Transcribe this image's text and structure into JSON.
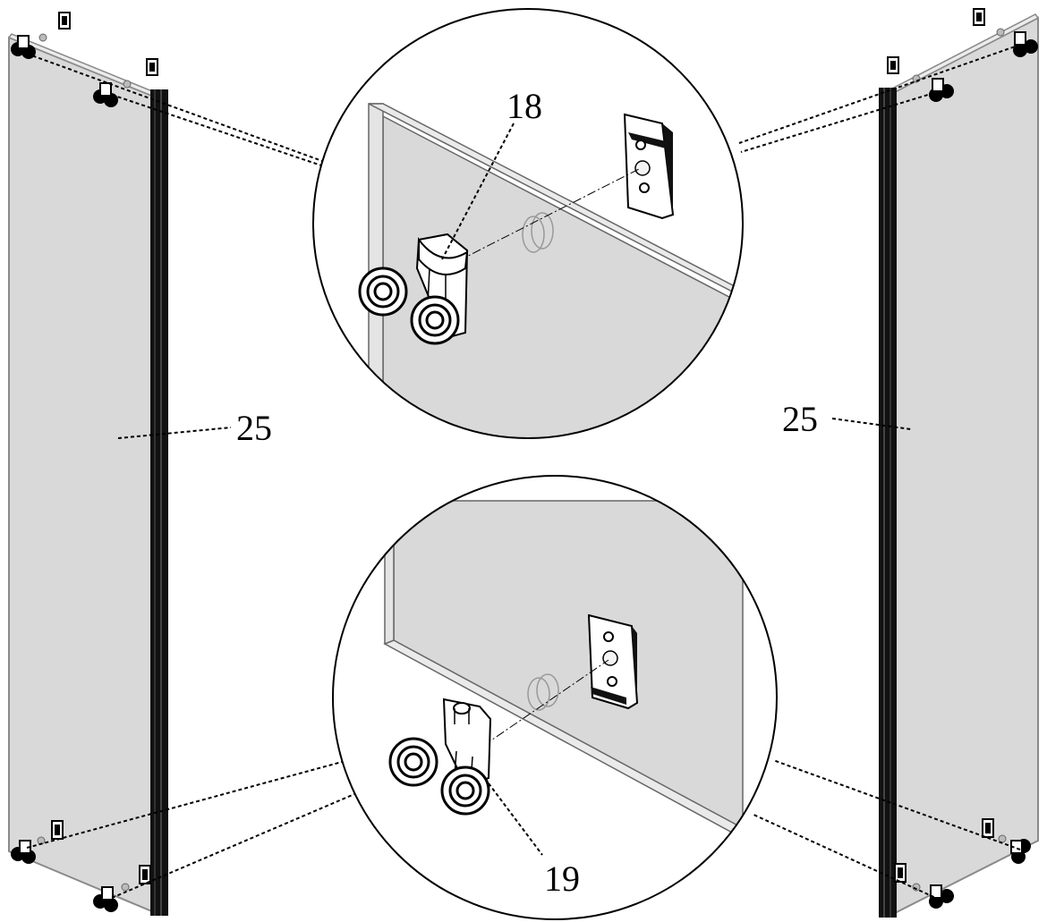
{
  "figure": {
    "labels": {
      "panel_left": "25",
      "panel_right": "25",
      "roller_top": "18",
      "roller_bottom": "19"
    },
    "colors": {
      "glass": "#d9d9d9",
      "profile": "#111111",
      "line": "#000000",
      "background": "#ffffff"
    },
    "icons": {
      "roller": "roller-wheel-assembly",
      "bracket": "mounting-bracket",
      "bushing": "glass-bushing"
    }
  }
}
